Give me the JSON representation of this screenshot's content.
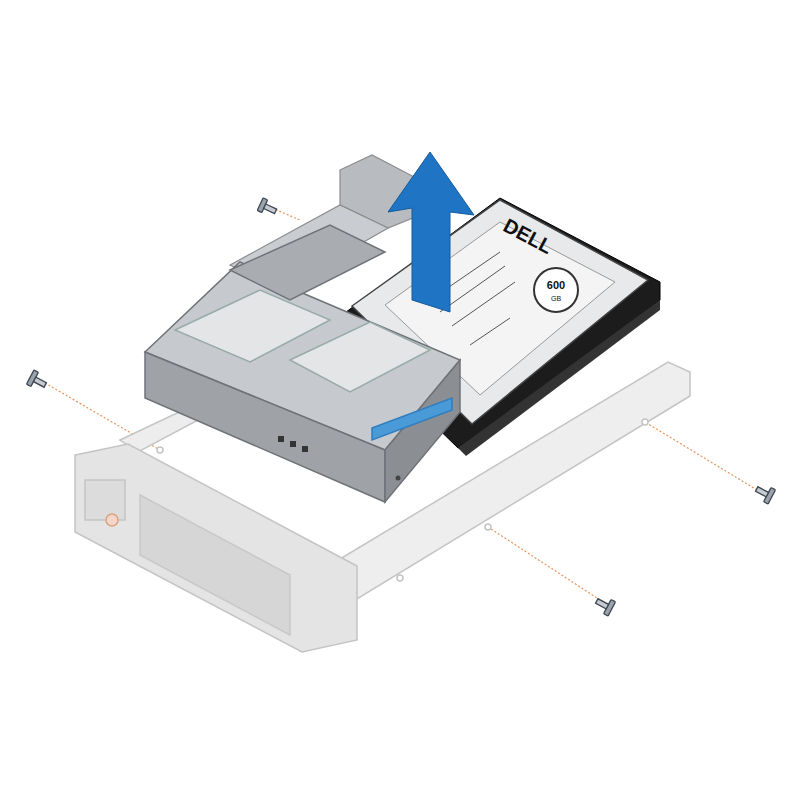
{
  "diagram": {
    "labels": [
      "DELL",
      "600",
      "GB"
    ]
  }
}
